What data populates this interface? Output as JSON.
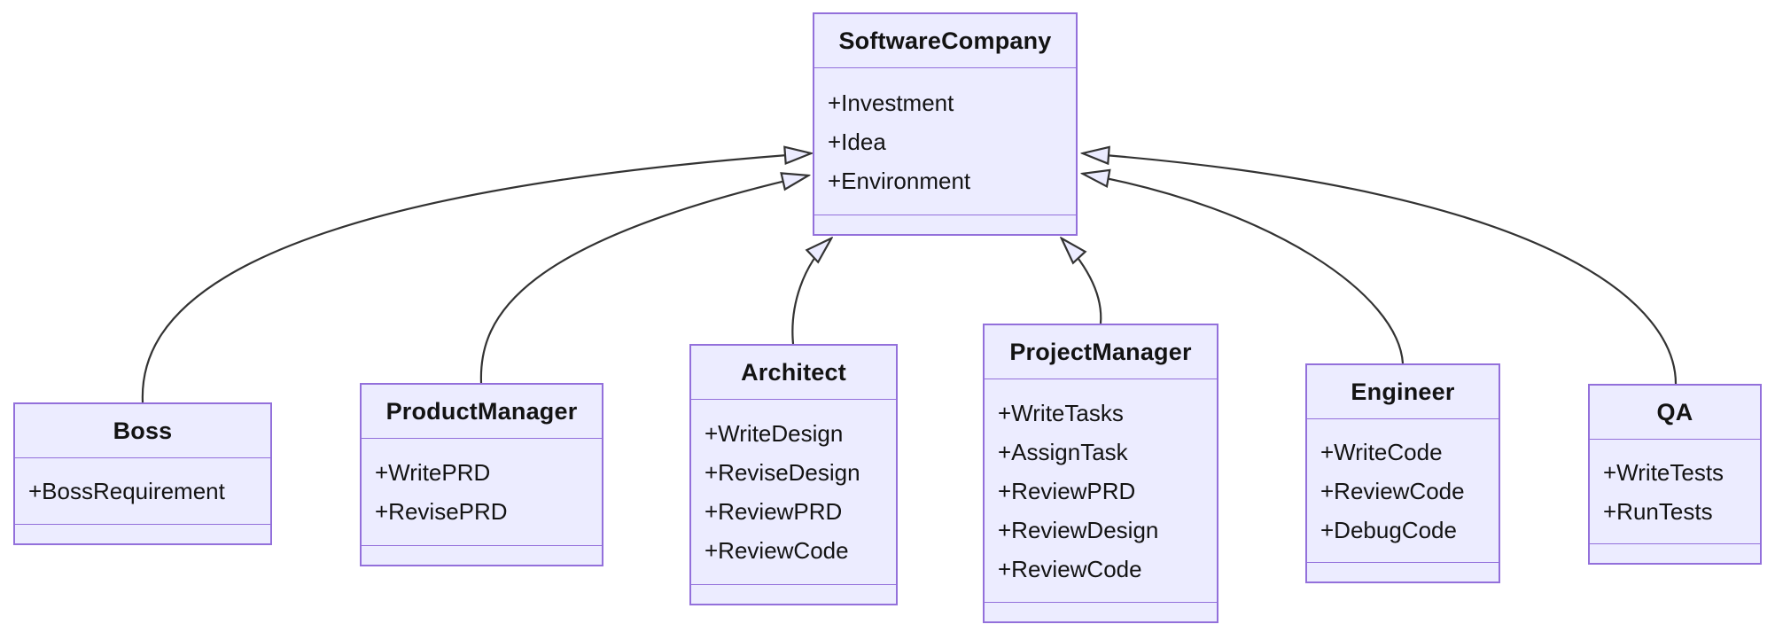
{
  "diagram": {
    "type": "uml-class-diagram",
    "background": "#ffffff",
    "colors": {
      "class_fill": "#ECECFF",
      "class_border": "#9370DB",
      "edge_line": "#333333",
      "arrowhead_fill": "#ECECFF",
      "text": "#131313"
    },
    "classes": [
      {
        "name": "SoftwareCompany",
        "members": [
          "+Investment",
          "+Idea",
          "+Environment"
        ]
      },
      {
        "name": "Boss",
        "members": [
          "+BossRequirement"
        ]
      },
      {
        "name": "ProductManager",
        "members": [
          "+WritePRD",
          "+RevisePRD"
        ]
      },
      {
        "name": "Architect",
        "members": [
          "+WriteDesign",
          "+ReviseDesign",
          "+ReviewPRD",
          "+ReviewCode"
        ]
      },
      {
        "name": "ProjectManager",
        "members": [
          "+WriteTasks",
          "+AssignTask",
          "+ReviewPRD",
          "+ReviewDesign",
          "+ReviewCode"
        ]
      },
      {
        "name": "Engineer",
        "members": [
          "+WriteCode",
          "+ReviewCode",
          "+DebugCode"
        ]
      },
      {
        "name": "QA",
        "members": [
          "+WriteTests",
          "+RunTests"
        ]
      }
    ],
    "relations": [
      {
        "from": "Boss",
        "to": "SoftwareCompany",
        "type": "inheritance"
      },
      {
        "from": "ProductManager",
        "to": "SoftwareCompany",
        "type": "inheritance"
      },
      {
        "from": "Architect",
        "to": "SoftwareCompany",
        "type": "inheritance"
      },
      {
        "from": "ProjectManager",
        "to": "SoftwareCompany",
        "type": "inheritance"
      },
      {
        "from": "Engineer",
        "to": "SoftwareCompany",
        "type": "inheritance"
      },
      {
        "from": "QA",
        "to": "SoftwareCompany",
        "type": "inheritance"
      }
    ]
  }
}
